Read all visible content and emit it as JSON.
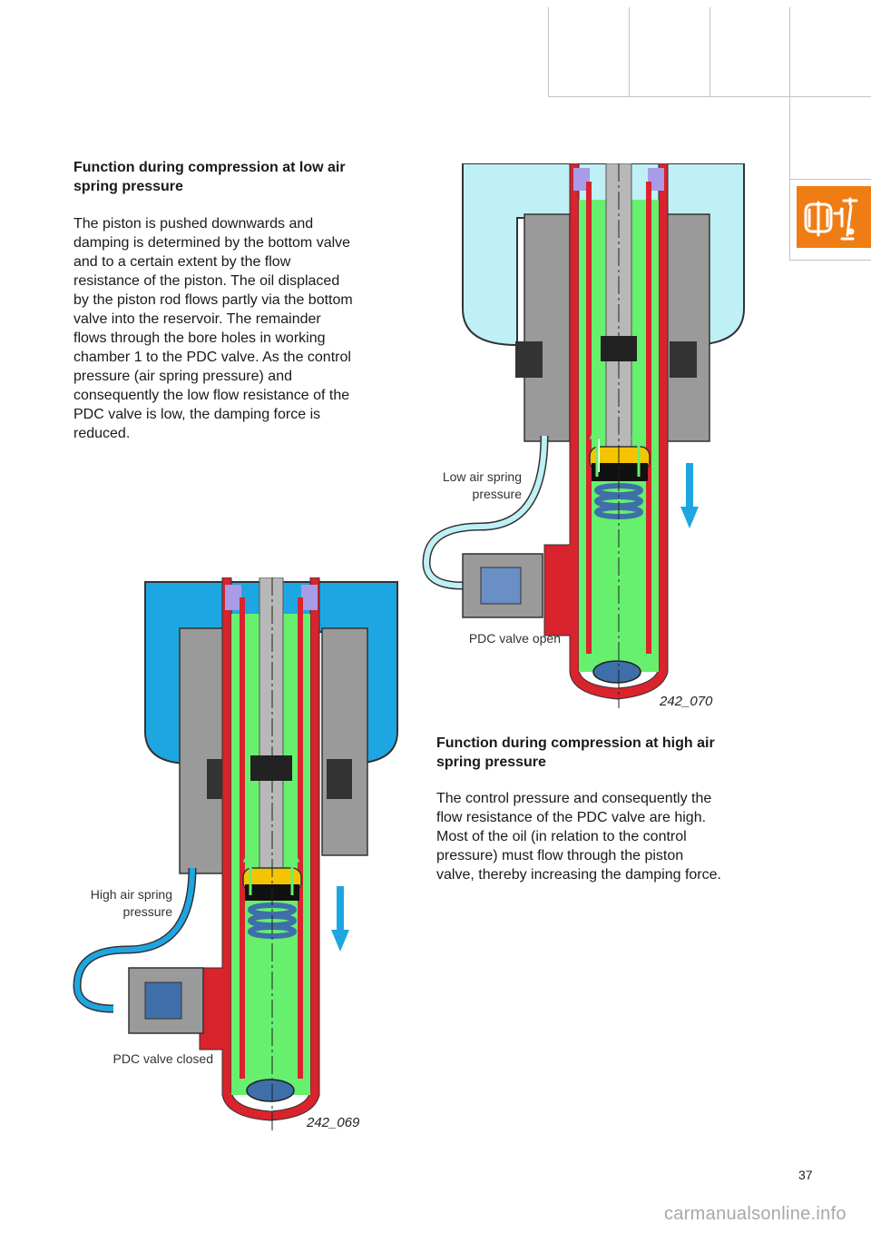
{
  "section_one": {
    "heading": "Function during compression at low air spring pressure",
    "body": "The piston is pushed downwards and damping is determined by the bottom valve and to a certain extent by the flow resistance of the piston. The oil displaced by the piston rod flows partly via the bottom valve into the reservoir. The remainder flows through the bore holes in working chamber 1 to the PDC valve. As the control pressure (air spring pressure) and consequently the low flow resistance of the PDC valve is low, the damping force is reduced."
  },
  "figure_low": {
    "label_pressure": "Low air spring pressure",
    "label_valve": "PDC valve open",
    "figure_number": "242_070",
    "air_color": "#bff0f5",
    "line_color": "#bff0f5"
  },
  "section_two": {
    "heading": "Function during compression at high air spring pressure",
    "body": "The control pressure and consequently the flow resistance of the PDC valve are high. Most of the oil (in relation to the control pressure) must flow through the piston valve, thereby increasing the damping force."
  },
  "figure_high": {
    "label_pressure": "High air spring pressure",
    "label_valve": "PDC valve closed",
    "figure_number": "242_069",
    "air_color": "#1ea6e3",
    "line_color": "#1ea6e3"
  },
  "colors": {
    "oil": "#66f06e",
    "housing": "#d9232d",
    "metal": "#9a9a9a",
    "gas": "#a99be8",
    "piston": "#f5c400",
    "arrow": "#1ea6e3",
    "tab": "#f07d14"
  },
  "tab_icon": "suspension-strut-tool-icon",
  "page_number": "37",
  "watermark": "carmanualsonline.info"
}
